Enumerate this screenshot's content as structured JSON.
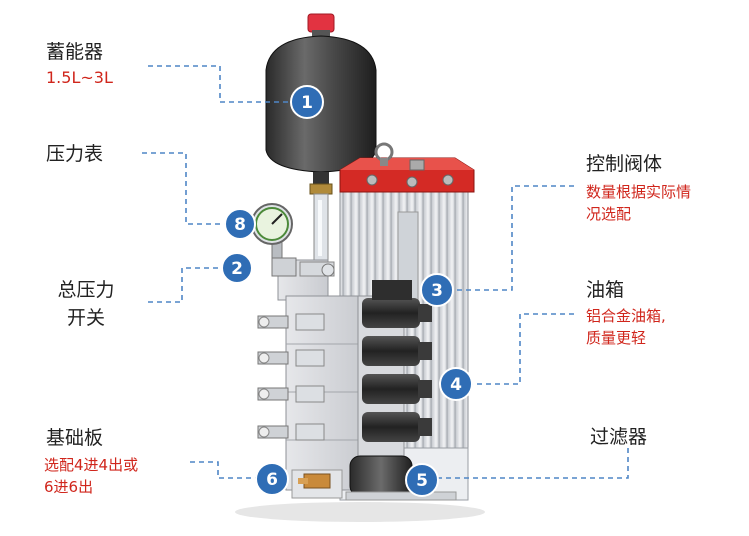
{
  "labels": {
    "accumulator": {
      "title": "蓄能器",
      "sub": "1.5L~3L"
    },
    "pressure_gauge": {
      "title": "压力表"
    },
    "main_switch": {
      "line1": "总压力",
      "line2": "开关"
    },
    "base_plate": {
      "title": "基础板",
      "sub_line1": "选配4进4出或",
      "sub_line2": "6进6出"
    },
    "valve_body": {
      "title": "控制阀体",
      "sub_line1": "数量根据实际情",
      "sub_line2": "况选配"
    },
    "oil_tank": {
      "title": "油箱",
      "sub_line1": "铝合金油箱,",
      "sub_line2": "质量更轻"
    },
    "filter": {
      "title": "过滤器"
    }
  },
  "badges": {
    "b1": "1",
    "b2": "2",
    "b3": "3",
    "b4": "4",
    "b5": "5",
    "b6": "6",
    "b8": "8"
  },
  "colors": {
    "badge": "#2f6db5",
    "leader": "#4f86c6",
    "cap_red": "#d42a25",
    "sub_text": "#d0261c"
  }
}
